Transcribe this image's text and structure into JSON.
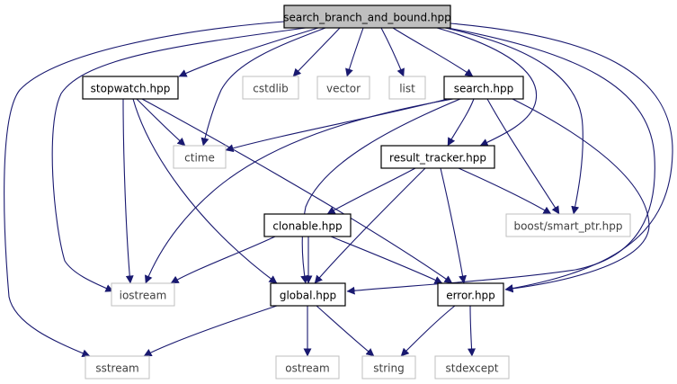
{
  "colors": {
    "edge": "#191970",
    "root_fill": "#bfbfbf",
    "node_border": "#000000",
    "external_border": "#bfbfbf",
    "external_text": "#3f3f3f",
    "text": "#000000"
  },
  "nodes": {
    "root": "search_branch_and_bound.hpp",
    "stopwatch": "stopwatch.hpp",
    "cstdlib": "cstdlib",
    "vector": "vector",
    "list": "list",
    "search": "search.hpp",
    "ctime": "ctime",
    "result_tracker": "result_tracker.hpp",
    "clonable": "clonable.hpp",
    "boost_smart_ptr": "boost/smart_ptr.hpp",
    "iostream": "iostream",
    "global": "global.hpp",
    "error": "error.hpp",
    "sstream": "sstream",
    "ostream": "ostream",
    "string": "string",
    "stdexcept": "stdexcept"
  },
  "edges": [
    [
      "root",
      "stopwatch"
    ],
    [
      "root",
      "cstdlib"
    ],
    [
      "root",
      "vector"
    ],
    [
      "root",
      "list"
    ],
    [
      "root",
      "search"
    ],
    [
      "root",
      "ctime"
    ],
    [
      "root",
      "result_tracker"
    ],
    [
      "root",
      "boost_smart_ptr"
    ],
    [
      "root",
      "iostream"
    ],
    [
      "root",
      "global"
    ],
    [
      "root",
      "error"
    ],
    [
      "root",
      "sstream"
    ],
    [
      "stopwatch",
      "ctime"
    ],
    [
      "stopwatch",
      "iostream"
    ],
    [
      "stopwatch",
      "global"
    ],
    [
      "stopwatch",
      "error"
    ],
    [
      "search",
      "ctime"
    ],
    [
      "search",
      "result_tracker"
    ],
    [
      "search",
      "boost_smart_ptr"
    ],
    [
      "search",
      "iostream"
    ],
    [
      "search",
      "global"
    ],
    [
      "search",
      "error"
    ],
    [
      "result_tracker",
      "clonable"
    ],
    [
      "result_tracker",
      "boost_smart_ptr"
    ],
    [
      "result_tracker",
      "global"
    ],
    [
      "result_tracker",
      "error"
    ],
    [
      "clonable",
      "iostream"
    ],
    [
      "clonable",
      "global"
    ],
    [
      "clonable",
      "error"
    ],
    [
      "global",
      "sstream"
    ],
    [
      "global",
      "ostream"
    ],
    [
      "global",
      "string"
    ],
    [
      "error",
      "string"
    ],
    [
      "error",
      "stdexcept"
    ]
  ]
}
